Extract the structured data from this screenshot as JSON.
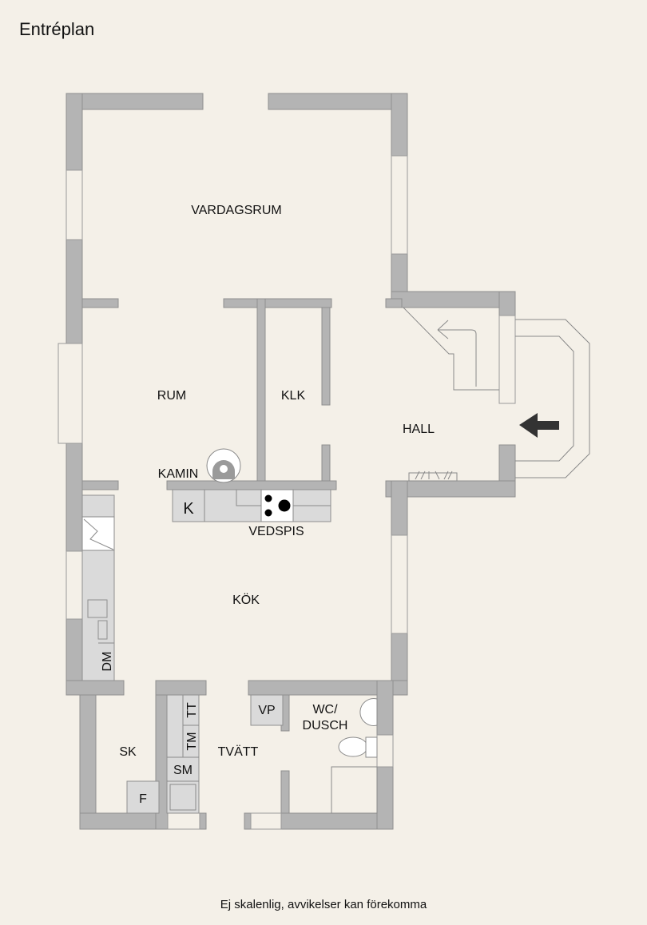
{
  "title": "Entréplan",
  "footer": "Ej skalenlig, avvikelser kan förekomma",
  "rooms": {
    "vardagsrum": "VARDAGSRUM",
    "rum": "RUM",
    "klk": "KLK",
    "hall": "HALL",
    "kamin": "KAMIN",
    "vedspis": "VEDSPIS",
    "kok": "KÖK",
    "sk": "SK",
    "tvatt": "TVÄTT",
    "wc": "WC/",
    "dusch": "DUSCH"
  },
  "fixtures": {
    "k": "K",
    "dm": "DM",
    "tt": "TT",
    "tm": "TM",
    "sm": "SM",
    "f": "F",
    "vp": "VP"
  }
}
